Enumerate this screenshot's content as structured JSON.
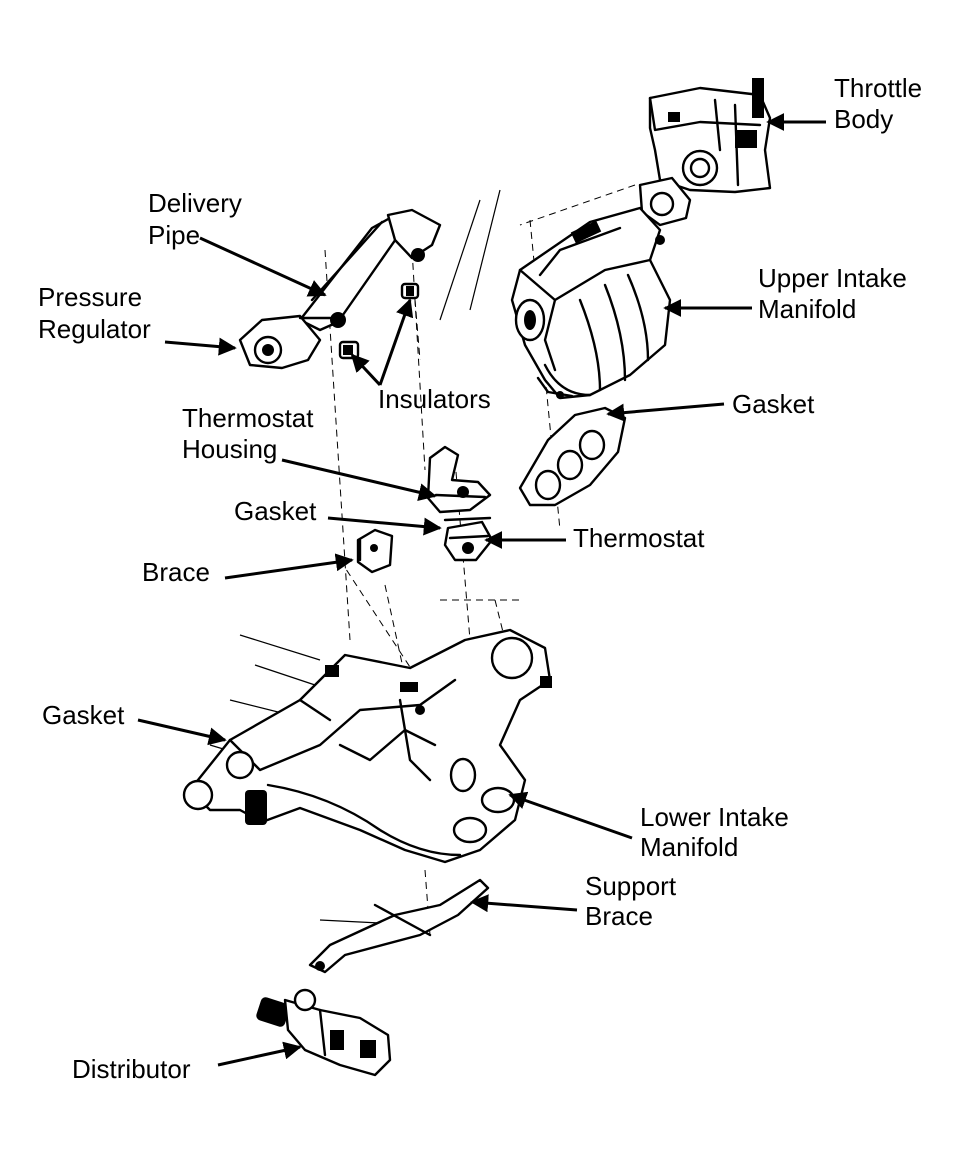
{
  "labels": {
    "throttle_body": [
      "Throttle",
      "Body"
    ],
    "delivery_pipe": [
      "Delivery",
      "Pipe"
    ],
    "pressure_regulator": [
      "Pressure",
      "Regulator"
    ],
    "upper_intake_manifold": [
      "Upper Intake",
      "Manifold"
    ],
    "insulators": "Insulators",
    "gasket_upper": "Gasket",
    "thermostat_housing": [
      "Thermostat",
      "Housing"
    ],
    "gasket_thermostat": "Gasket",
    "thermostat": "Thermostat",
    "brace": "Brace",
    "gasket_lower": "Gasket",
    "lower_intake_manifold": [
      "Lower Intake",
      "Manifold"
    ],
    "support_brace": [
      "Support",
      "Brace"
    ],
    "distributor": "Distributor"
  }
}
